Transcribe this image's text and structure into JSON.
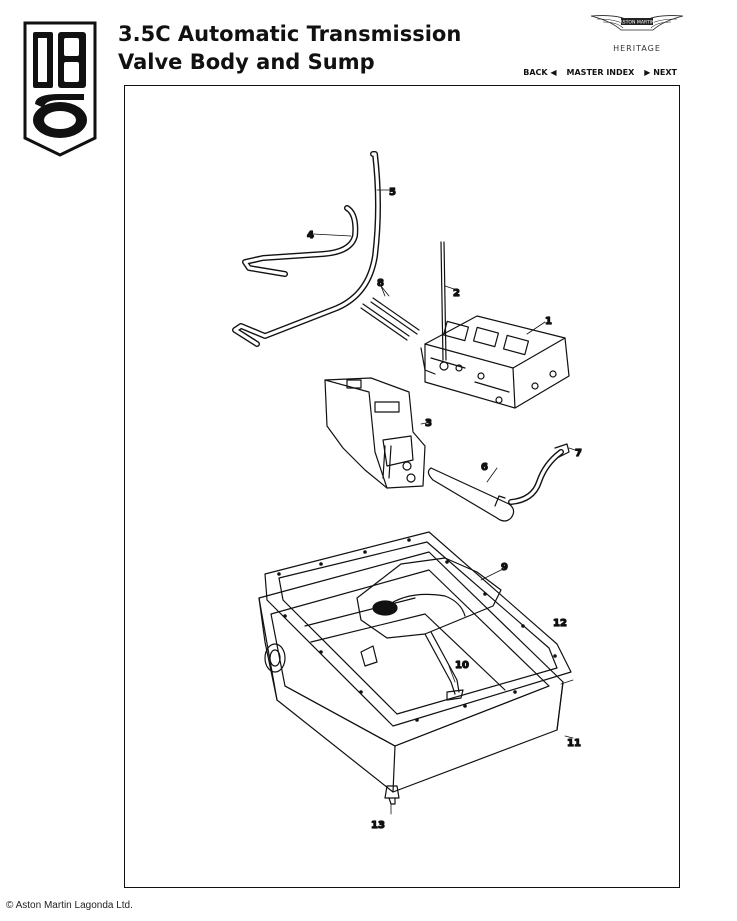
{
  "badge": {
    "model": "DB 6"
  },
  "title": {
    "line1": "3.5C Automatic Transmission",
    "line2": "Valve Body and Sump"
  },
  "brand": {
    "logo_text": "ASTON MARTIN",
    "tagline": "HERITAGE"
  },
  "nav": {
    "back": "BACK ◀",
    "master_index": "MASTER INDEX",
    "next": "▶ NEXT"
  },
  "diagram": {
    "callouts": [
      "1",
      "2",
      "3",
      "4",
      "5",
      "6",
      "7",
      "8",
      "9",
      "10",
      "11",
      "12",
      "13"
    ]
  },
  "footer": {
    "copyright": "© Aston Martin Lagonda Ltd."
  }
}
